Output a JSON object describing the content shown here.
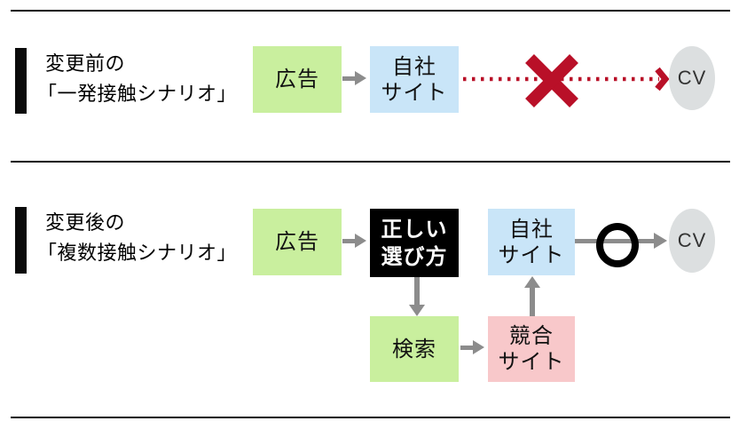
{
  "colors": {
    "ad_box_green": "#c9ef9e",
    "own_site_blue": "#c9e5f8",
    "competitor_pink": "#f8c8ca",
    "correct_choice_black": "#000000",
    "arrow_gray": "#8c8c8c",
    "blocked_red": "#b91028",
    "cv_ellipse_gray": "#dcdfe0",
    "divider_black": "#0a0a0a"
  },
  "sections": {
    "before": {
      "heading_line1": "変更前の",
      "heading_line2": "「一発接触シナリオ」",
      "ad_label": "広告",
      "own_site_line1": "自社",
      "own_site_line2": "サイト",
      "cv_label": "CV",
      "blocked_icon": "x-mark"
    },
    "after": {
      "heading_line1": "変更後の",
      "heading_line2": "「複数接触シナリオ」",
      "ad_label": "広告",
      "correct_choice_line1": "正しい",
      "correct_choice_line2": "選び方",
      "own_site_line1": "自社",
      "own_site_line2": "サイト",
      "search_label": "検索",
      "competitor_line1": "競合",
      "competitor_line2": "サイト",
      "cv_label": "CV",
      "success_icon": "circle-mark"
    }
  }
}
